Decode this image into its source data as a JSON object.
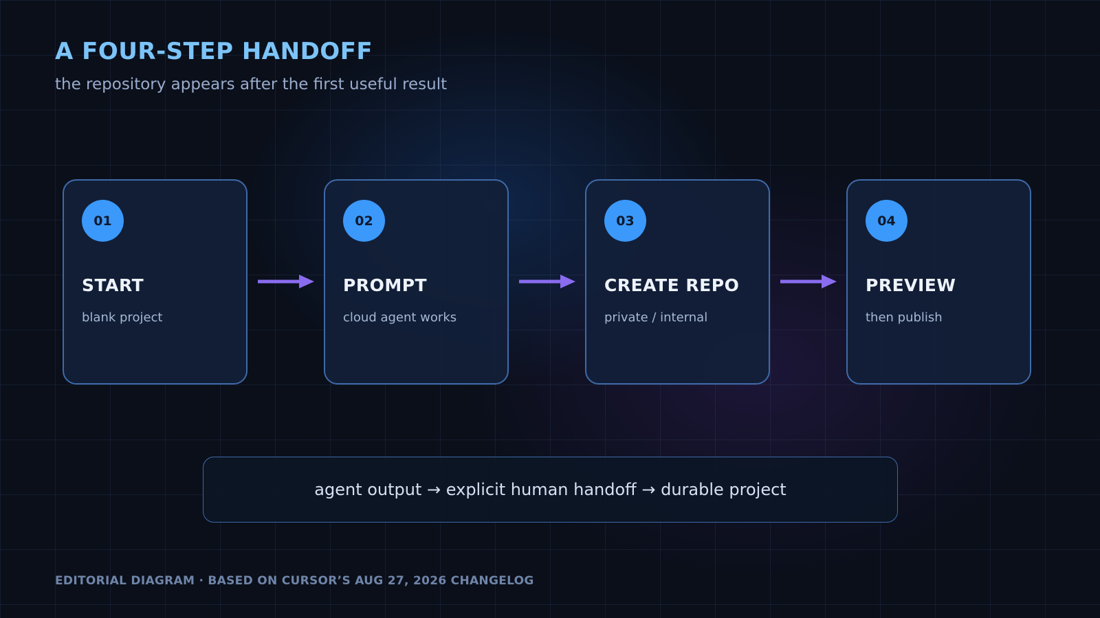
{
  "header": {
    "title": "A FOUR-STEP HANDOFF",
    "subtitle": "the repository appears after the first useful result"
  },
  "steps": [
    {
      "number": "01",
      "title": "START",
      "description": "blank project"
    },
    {
      "number": "02",
      "title": "PROMPT",
      "description": "cloud agent works"
    },
    {
      "number": "03",
      "title": "CREATE REPO",
      "description": "private / internal"
    },
    {
      "number": "04",
      "title": "PREVIEW",
      "description": "then publish"
    }
  ],
  "summary": {
    "text": "agent output → explicit human handoff → durable project"
  },
  "footer": {
    "text": "EDITORIAL DIAGRAM · BASED ON CURSOR’S AUG 27, 2026 CHANGELOG"
  },
  "colors": {
    "background": "#0a0f1a",
    "title": "#7cc4f8",
    "badge": "#3b99fb",
    "card_border": "#3f6aa8",
    "arrow": "#8a6cf0"
  },
  "icons": {
    "connector": "arrow-right-icon"
  }
}
